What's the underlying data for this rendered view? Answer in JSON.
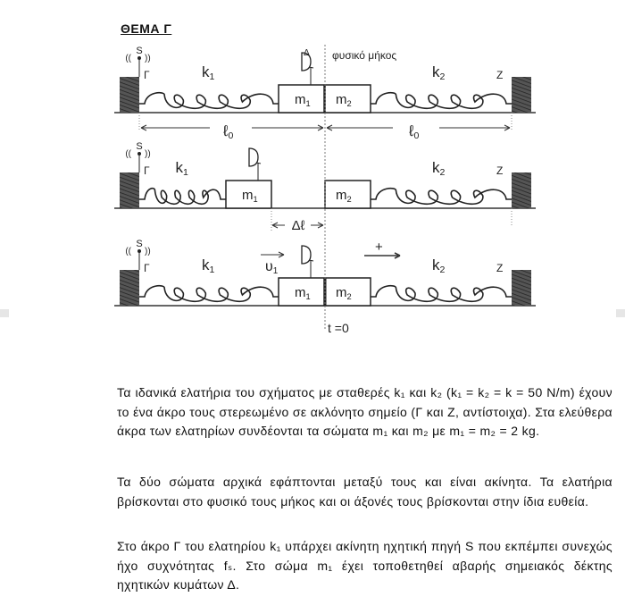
{
  "title": "ΘΕΜΑ Γ",
  "figure": {
    "source_label": "S",
    "wave_left": "((",
    "wave_right": "))",
    "point_gamma": "Γ",
    "point_zeta": "Ζ",
    "k1": "k",
    "k2": "k",
    "k1_sub": "1",
    "k2_sub": "2",
    "m1": "m",
    "m2": "m",
    "sub1": "1",
    "sub2": "2",
    "receiver_label": "Δ",
    "natural_length_label": "φυσικό μήκος",
    "l0": "ℓ",
    "l0_sub": "0",
    "delta_l": "Δℓ",
    "v1": "υ",
    "plus": "+",
    "t0": "t =0"
  },
  "paragraphs": {
    "p1": "Τα ιδανικά ελατήρια του σχήματος με σταθερές k₁ και k₂ (k₁ = k₂ = k = 50 N/m) έχουν το ένα άκρο τους στερεωμένο σε ακλόνητο σημείο (Γ και Ζ, αντίστοιχα). Στα ελεύθερα άκρα των ελατηρίων συνδέονται τα σώματα m₁ και m₂ με m₁ = m₂ = 2 kg.",
    "p2": "Τα δύο σώματα αρχικά εφάπτονται μεταξύ τους και είναι ακίνητα. Τα ελατήρια βρίσκονται στο φυσικό τους μήκος και οι άξονές τους βρίσκονται στην ίδια ευθεία.",
    "p3": "Στο άκρο Γ του ελατηρίου k₁ υπάρχει ακίνητη ηχητική πηγή S που εκπέμπει συνεχώς ήχο συχνότητας fₛ. Στο σώμα m₁ έχει τοποθετηθεί αβαρής σημειακός δέκτης ηχητικών κυμάτων Δ."
  }
}
